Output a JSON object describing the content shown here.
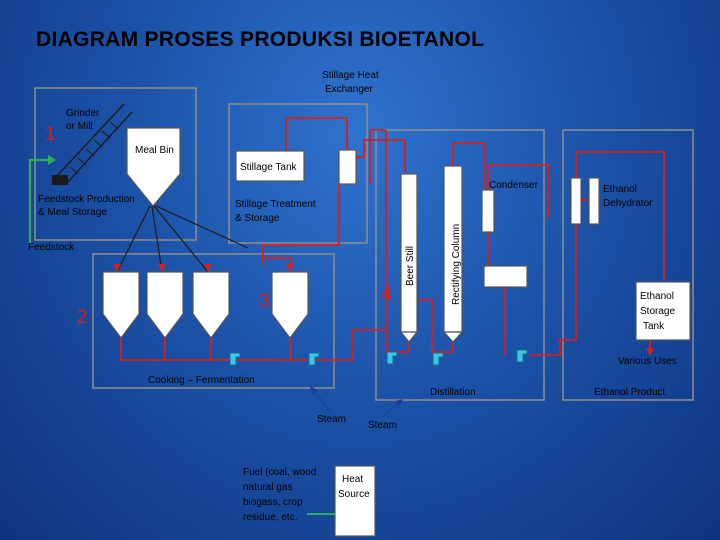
{
  "title": "DIAGRAM PROSES PRODUKSI BIOETANOL",
  "labels": {
    "grinder": [
      "Grinder",
      "or Mill"
    ],
    "meal_bin": "Meal Bin",
    "feedstock_production": [
      "Feedstock Production",
      "& Meal Storage"
    ],
    "feedstock": "Feedstock",
    "stillage_heat_exchanger": [
      "Stillage Heat",
      "Exchanger"
    ],
    "stillage_tank": "Stillage Tank",
    "stillage_treatment": [
      "Stillage Treatment",
      "& Storage"
    ],
    "beer_still": "Beer Still",
    "rectifying_column": "Rectifying Column",
    "condenser": "Condenser",
    "ethanol_dehydrator": [
      "Ethanol",
      "Dehydrator"
    ],
    "ethanol_storage_tank": [
      "Ethanol",
      "Storage",
      "Tank"
    ],
    "various_uses": "Various Uses",
    "ethanol_product": "Ethanol Product",
    "distillation": "Distillation",
    "cooking_fermentation": "Cooking – Fermentation",
    "steam_1": "Steam",
    "steam_2": "Steam",
    "fuel": [
      "Fuel (coal, wood",
      "natural gas",
      "biogass, crop",
      "residue, etc."
    ],
    "heat_source": [
      "Heat",
      "Source"
    ]
  },
  "step_numbers": [
    "1",
    "2",
    "3",
    "4"
  ],
  "colors": {
    "pipe": "#d42020",
    "section_border": "#8f8f8f",
    "equipment_fill": "#ffffff",
    "feedstock_line": "#2fae5a",
    "pump": "#3cc7e6"
  }
}
